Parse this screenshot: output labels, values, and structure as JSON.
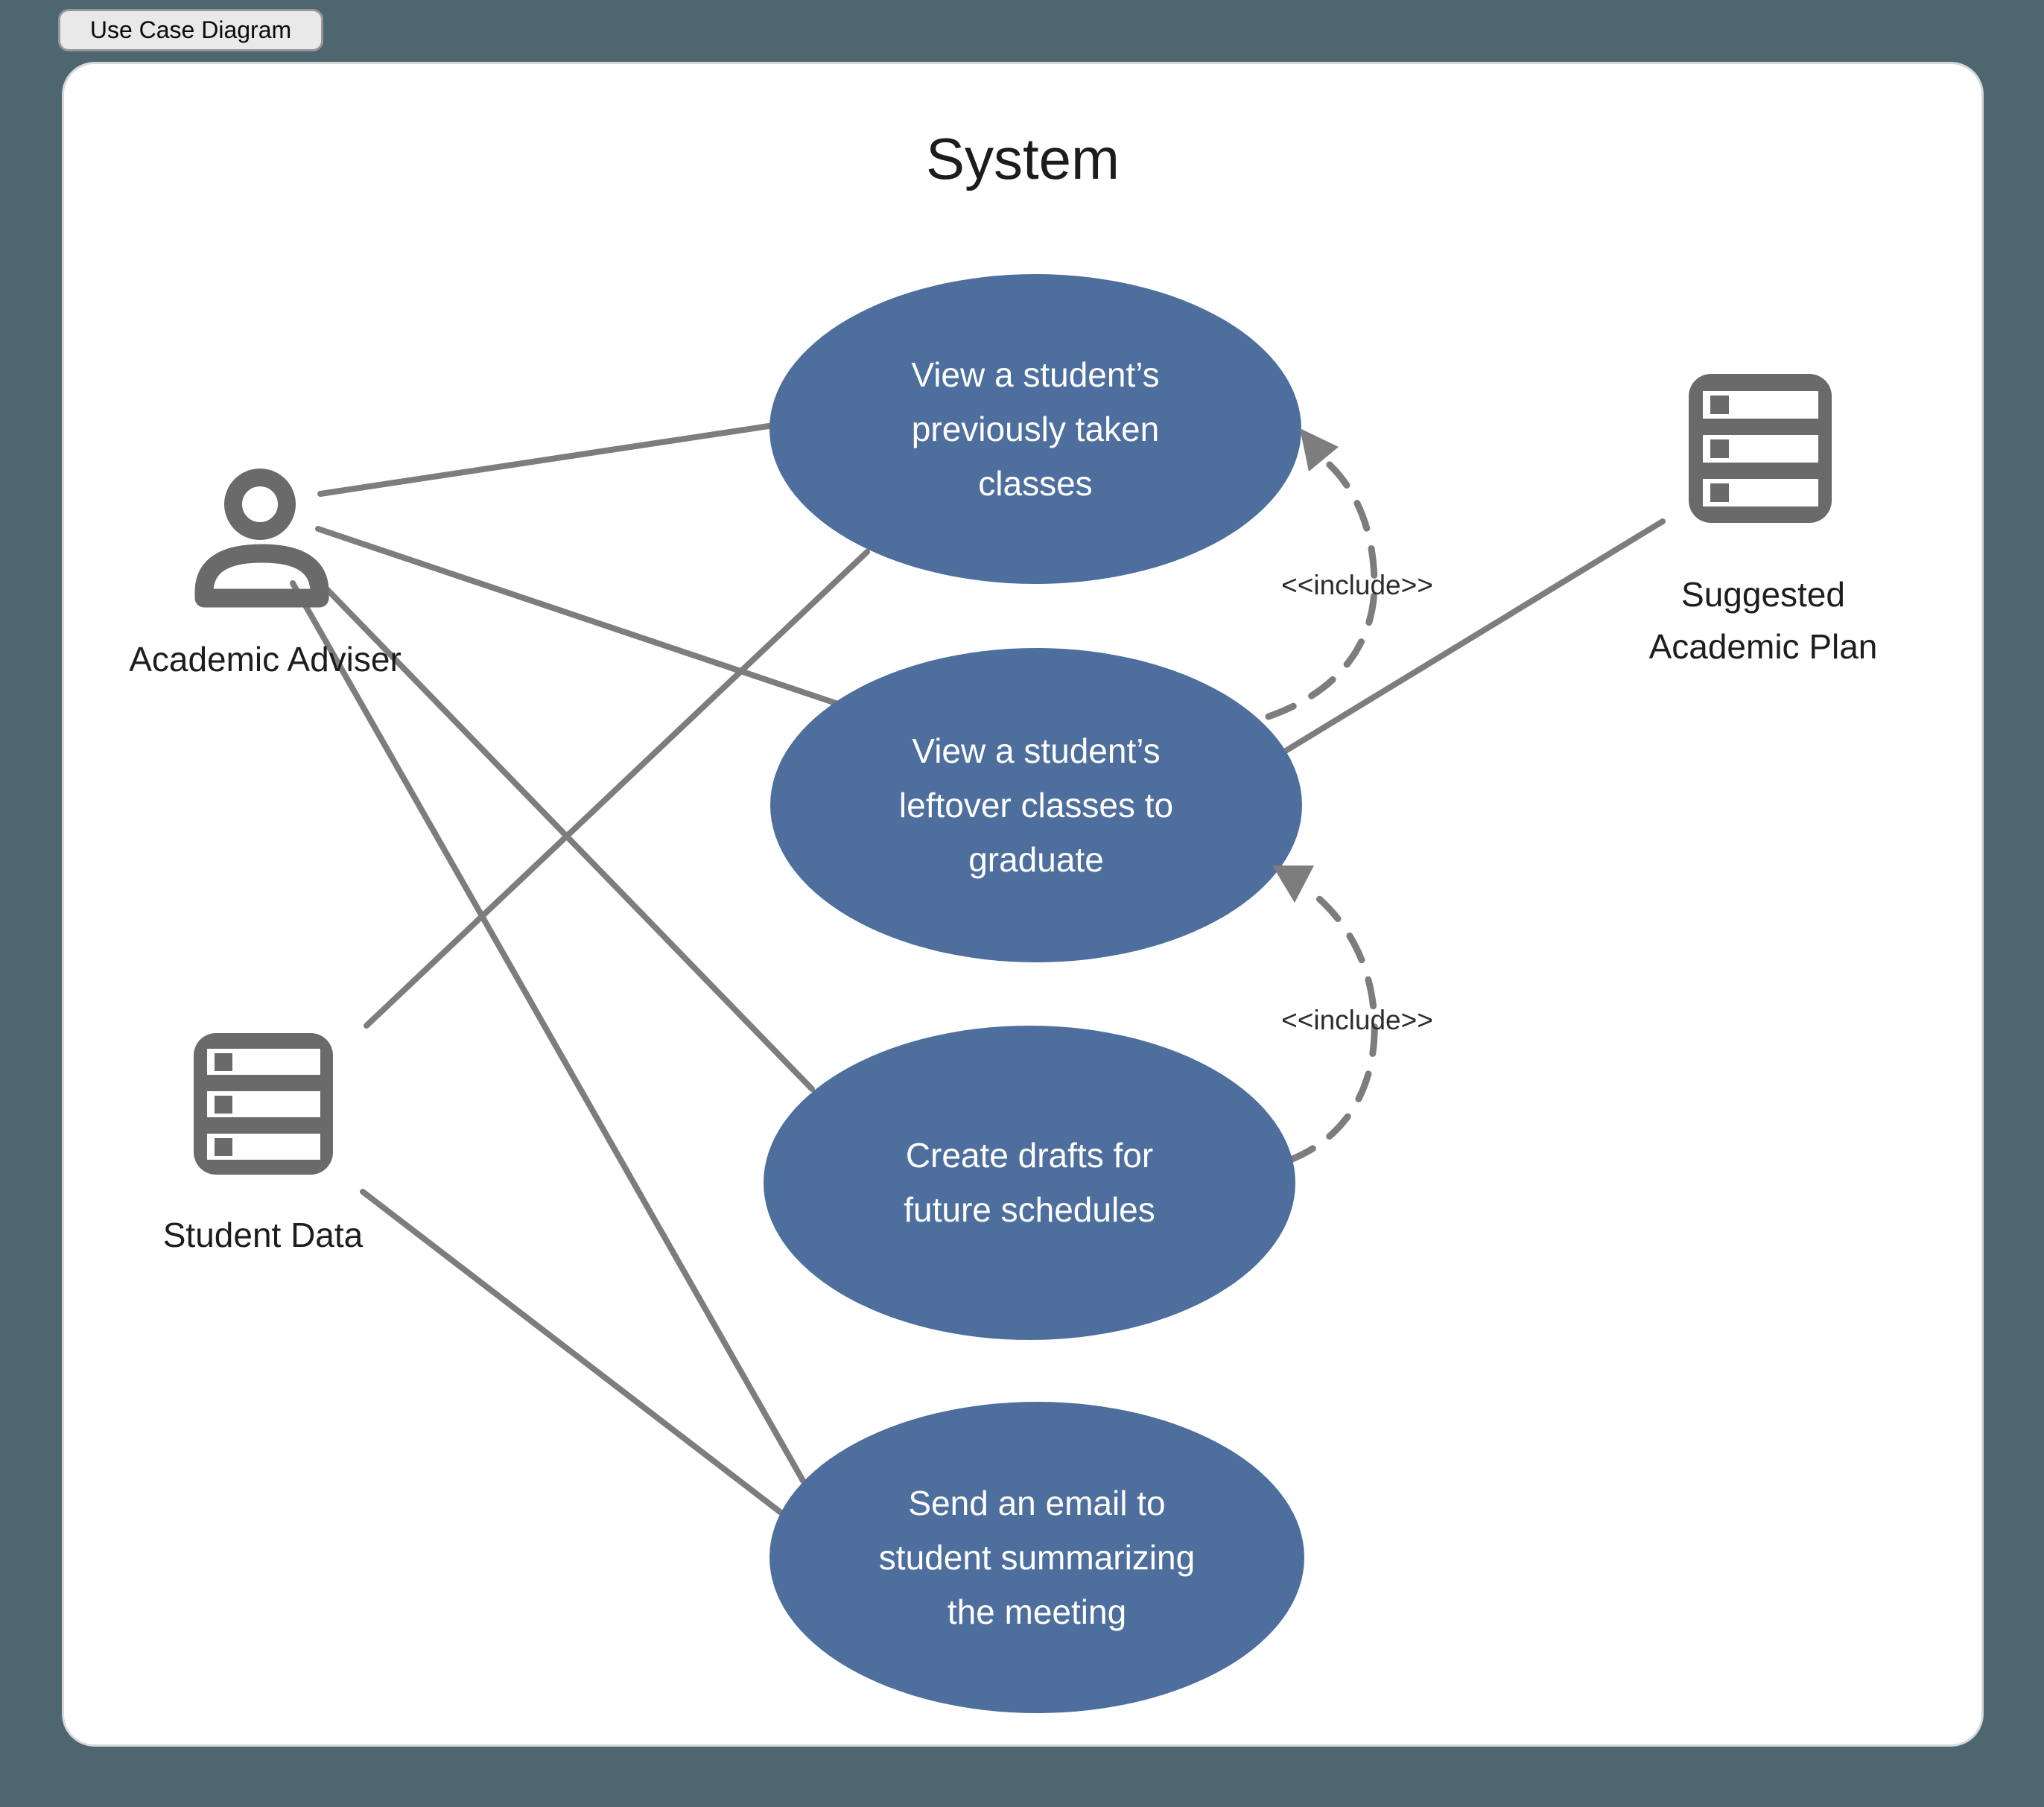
{
  "tab": {
    "label": "Use Case Diagram"
  },
  "diagram": {
    "title": "System",
    "colors": {
      "canvas_background": "#4d6670",
      "panel_background": "#ffffff",
      "panel_border": "#d8d8d8",
      "ellipse_fill": "#4e6f9d",
      "ellipse_text": "#ffffff",
      "line_gray": "#7d7d7d",
      "icon_gray": "#6a6a6a",
      "label_black": "#1d1d1f"
    },
    "actors": [
      {
        "id": "academic-adviser",
        "icon": "person-icon",
        "label": "Academic Adviser"
      },
      {
        "id": "student-data",
        "icon": "database-icon",
        "label": "Student Data"
      },
      {
        "id": "suggested-academic-plan",
        "icon": "database-icon",
        "lines": [
          "Suggested",
          "Academic Plan"
        ]
      }
    ],
    "use_cases": [
      {
        "id": "view-previous-classes",
        "lines": [
          "View a student’s",
          "previously taken",
          "classes"
        ]
      },
      {
        "id": "view-leftover-classes",
        "lines": [
          "View a student’s",
          "leftover classes to",
          "graduate"
        ]
      },
      {
        "id": "create-drafts",
        "lines": [
          "Create drafts for",
          "future schedules"
        ]
      },
      {
        "id": "send-email",
        "lines": [
          "Send an email to",
          "student summarizing",
          "the meeting"
        ]
      }
    ],
    "relationships": [
      {
        "type": "include",
        "label": "<<include>>",
        "from": "view-leftover-classes",
        "to": "view-previous-classes"
      },
      {
        "type": "include",
        "label": "<<include>>",
        "from": "create-drafts",
        "to": "view-leftover-classes"
      }
    ],
    "associations": [
      {
        "from": "academic-adviser",
        "to": "view-previous-classes"
      },
      {
        "from": "academic-adviser",
        "to": "view-leftover-classes"
      },
      {
        "from": "academic-adviser",
        "to": "create-drafts"
      },
      {
        "from": "academic-adviser",
        "to": "send-email"
      },
      {
        "from": "student-data",
        "to": "view-previous-classes"
      },
      {
        "from": "student-data",
        "to": "send-email"
      },
      {
        "from": "view-leftover-classes",
        "to": "suggested-academic-plan"
      }
    ]
  }
}
